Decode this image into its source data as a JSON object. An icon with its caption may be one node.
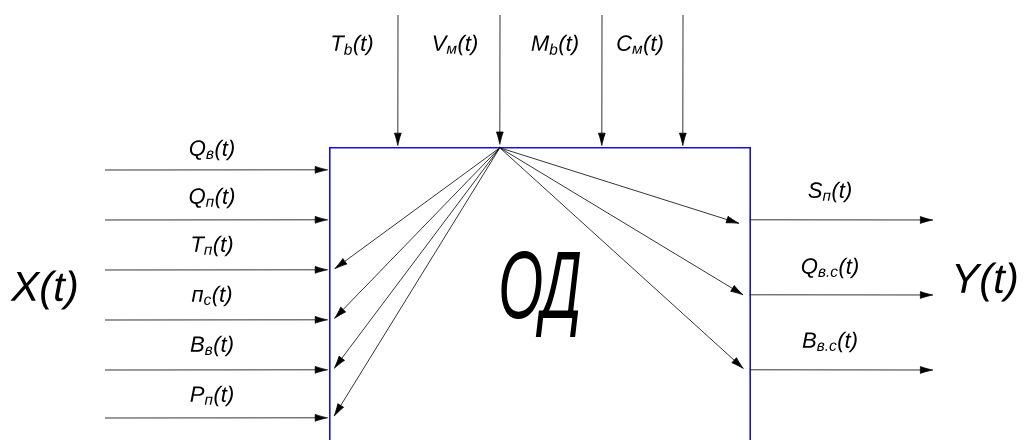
{
  "diagram": {
    "nodes": [
      {
        "text": [
          "ОД"
        ]
      },
      {
        "text": [],
        "shape": "point",
        "in": 0
      }
    ],
    "edges": [
      {
        "from": null,
        "to": 0,
        "arrow": "to",
        "label": "T$_{b}$(t)"
      },
      {
        "from": null,
        "to": 1,
        "arrow": "to",
        "label": "V$_{м}$(t)"
      },
      {
        "from": null,
        "to": 0,
        "arrow": "to",
        "label": "M$_{b}$(t)"
      },
      {
        "from": null,
        "to": 0,
        "arrow": "to",
        "label": "C$_{м}$(t)"
      },
      {
        "from": null,
        "to": 0,
        "arrow": "to",
        "label": "Q$_{в}$(t)"
      },
      {
        "from": null,
        "to": 0,
        "arrow": "to",
        "label": "Q$_{п}$(t)"
      },
      {
        "from": null,
        "to": 0,
        "arrow": "to",
        "label": "T$_{п}$(t)"
      },
      {
        "from": null,
        "to": 0,
        "arrow": "to",
        "label": "п$_{с}$(t)"
      },
      {
        "from": null,
        "to": 0,
        "arrow": "to",
        "label": "В$_{в}$(t)"
      },
      {
        "from": null,
        "to": 0,
        "arrow": "to",
        "label": "Р$_{п}$(t)"
      },
      {
        "from": 1,
        "to": null,
        "arrow": "to"
      },
      {
        "from": 1,
        "to": null,
        "arrow": "to"
      },
      {
        "from": 1,
        "to": null,
        "arrow": "to"
      },
      {
        "from": 1,
        "to": null,
        "arrow": "to"
      },
      {
        "from": 1,
        "to": null,
        "arrow": "to"
      },
      {
        "from": 1,
        "to": null,
        "arrow": "to"
      },
      {
        "from": 1,
        "to": null,
        "arrow": "to"
      },
      {
        "from": 0,
        "to": null,
        "arrow": "to",
        "label": "S$_{п}$(t)"
      },
      {
        "from": 0,
        "to": null,
        "arrow": "to",
        "label": "Q$_{в.с}$(t)"
      },
      {
        "from": 0,
        "to": null,
        "arrow": "to",
        "label": "В$_{в.с}$(t)"
      }
    ],
    "labels": [
      "X(t)",
      "Y(t)"
    ]
  }
}
